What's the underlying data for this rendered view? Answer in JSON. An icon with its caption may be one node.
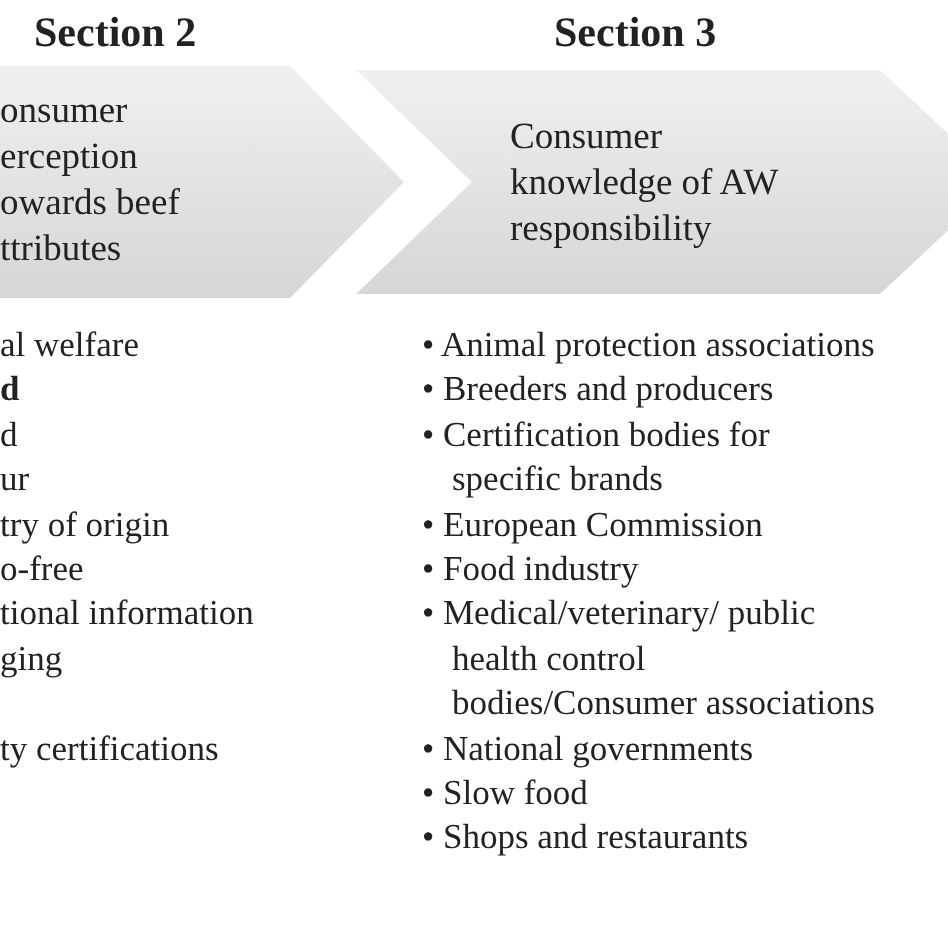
{
  "diagram": {
    "nodes": [
      {
        "text": [
          "Section 2",
          "onsumer erception owards beef ttributes"
        ]
      },
      {
        "text": [
          "Section 3",
          "Consumer knowledge of AW responsibility"
        ]
      }
    ],
    "labels": [
      "al welfare",
      "d",
      "d",
      "ur",
      "try of origin",
      "o-free",
      "tional information",
      "ging",
      "ty certifications",
      "• Animal protection associations",
      "• Breeders and producers",
      "• Certification bodies for specific brands",
      "• European Commission",
      "• Food industry",
      "• Medical/veterinary/ public health control bodies/Consumer associations",
      "• National governments",
      "• Slow food",
      "• Shops and restaurants"
    ]
  }
}
